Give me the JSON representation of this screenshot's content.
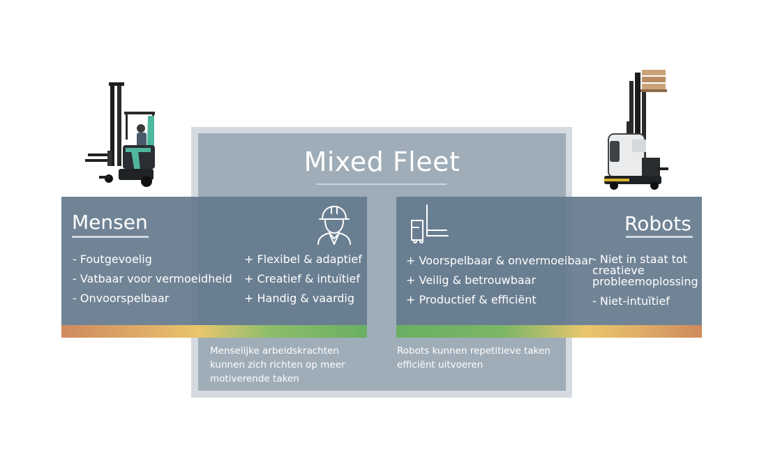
{
  "title": "Mixed Fleet",
  "mensen": {
    "heading": "Mensen",
    "minus": [
      "- Foutgevoelig",
      "- Vatbaar voor vermoeidheid",
      "- Onvoorspelbaar"
    ],
    "plus": [
      "+ Flexibel & adaptief",
      "+ Creatief & intuïtief",
      "+ Handig & vaardig"
    ],
    "note": [
      "Menselijke arbeidskrachten",
      "kunnen zich richten op meer",
      "motiverende taken"
    ]
  },
  "robots": {
    "heading": "Robots",
    "plus": [
      "+ Voorspelbaar & onvermoeibaar",
      "+ Veilig & betrouwbaar",
      "+ Productief & efficiënt"
    ],
    "minus": [
      "- Niet in staat tot creatieve probleemoplossing",
      "- Niet-intuïtief"
    ],
    "note": [
      "Robots kunnen repetitieve taken",
      "efficiënt uitvoeren"
    ]
  },
  "icons": {
    "mensen": "worker-hardhat-icon",
    "robots": "forklift-icon"
  },
  "colors": {
    "panel": "#9fadb8",
    "box": "#657a8d",
    "gradient_low": "#cf8a5e",
    "gradient_mid": "#e9c66c",
    "gradient_high": "#6aaf64"
  }
}
